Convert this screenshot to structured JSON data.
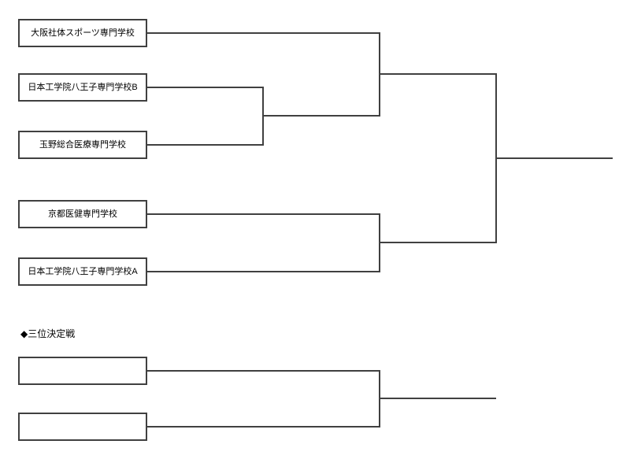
{
  "diagram": {
    "kind": "tournament-bracket",
    "background_color": "#ffffff",
    "line_color": "#404040",
    "main_bracket": {
      "teams": [
        {
          "name": "大阪社体スポーツ専門学校"
        },
        {
          "name": "日本工学院八王子専門学校B"
        },
        {
          "name": "玉野総合医療専門学校"
        },
        {
          "name": "京都医健専門学校"
        },
        {
          "name": "日本工学院八王子専門学校A"
        }
      ]
    },
    "third_place_match": {
      "title": "◆三位決定戦",
      "slots": [
        {
          "name": ""
        },
        {
          "name": ""
        }
      ]
    }
  }
}
